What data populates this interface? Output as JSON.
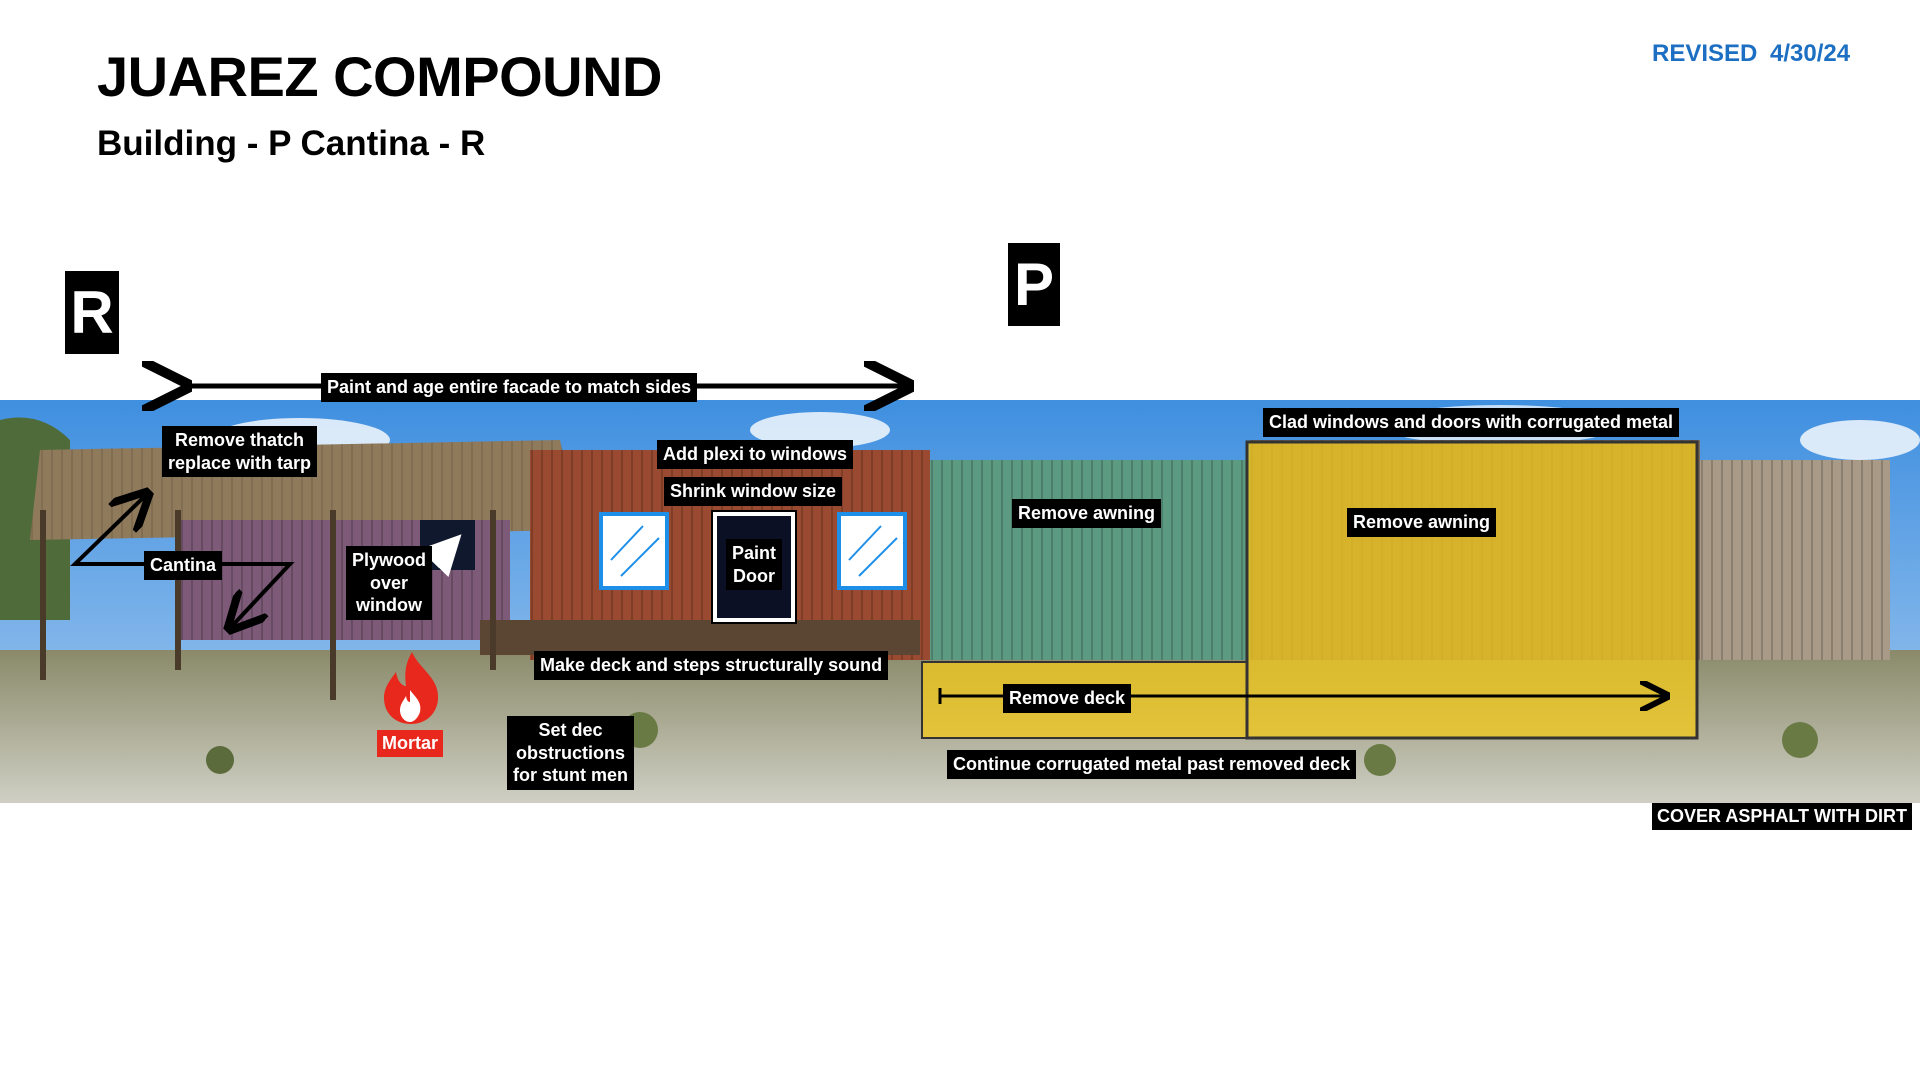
{
  "header": {
    "title": "JUAREZ COMPOUND",
    "subtitle": "Building - P   Cantina - R",
    "revised": "REVISED  4/30/24"
  },
  "badges": {
    "r": "R",
    "p": "P"
  },
  "annotations": {
    "paint_facade": "Paint and age entire facade to match sides",
    "remove_thatch_1": "Remove thatch",
    "remove_thatch_2": "replace with tarp",
    "cantina": "Cantina",
    "plywood_1": "Plywood",
    "plywood_2": "over",
    "plywood_3": "window",
    "add_plexi": "Add plexi to windows",
    "shrink_window": "Shrink window size",
    "paint_door_1": "Paint",
    "paint_door_2": "Door",
    "remove_awning_left": "Remove awning",
    "remove_awning_right": "Remove awning",
    "clad_windows": "Clad windows and doors with corrugated metal",
    "make_deck": "Make deck and steps structurally sound",
    "remove_deck": "Remove deck",
    "set_dec_1": "Set dec",
    "set_dec_2": "obstructions",
    "set_dec_3": "for stunt men",
    "continue_metal": "Continue corrugated metal past removed deck",
    "mortar": "Mortar",
    "cover_asphalt": "COVER ASPHALT WITH DIRT"
  },
  "icons": {
    "fire": "fire-icon",
    "window_glass": "window-glass-icon"
  },
  "colors": {
    "revised_blue": "#1c6fc2",
    "highlight_yellow": "#f0c81e",
    "mortar_red": "#e8281c",
    "window_blue": "#1e8fe8"
  }
}
